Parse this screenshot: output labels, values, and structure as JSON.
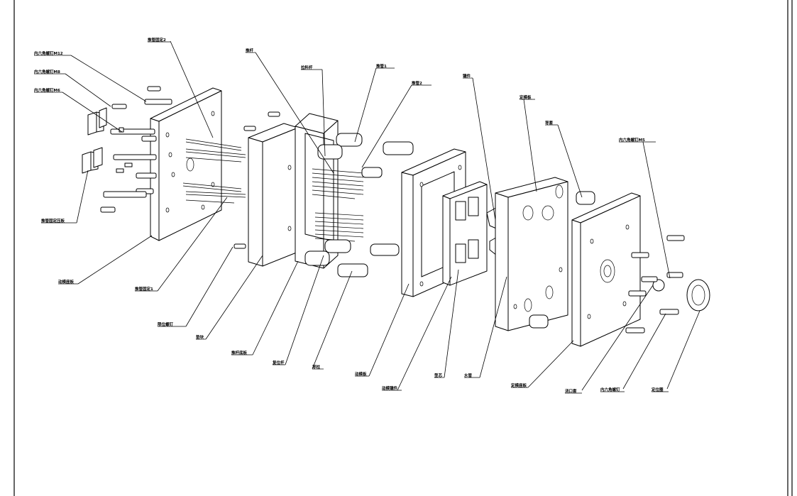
{
  "drawing": {
    "labels": {
      "ejector_fix_plate_2": "推管固定2",
      "socket_screw_m12": "内六角螺钉M12",
      "socket_screw_m8": "内六角螺钉M8",
      "socket_screw_m6": "内六角螺钉M6",
      "ejector_fix_pressplate": "推管固定压板",
      "moving_clamp_plate": "动模座板",
      "ejector_fix_1": "推管固定1",
      "locating_screw": "限位螺钉",
      "spacer_block": "垫块",
      "push_rod": "推杆",
      "sprue_puller": "拉料杆",
      "ejector_sleeve_1": "推管1",
      "ejector_sleeve_2": "推管2",
      "ejector_retainer_plate": "推杆底板",
      "return_pin": "复位杆",
      "guide_pillar": "导柱",
      "moving_plate": "动模板",
      "moving_insert": "动模镶件",
      "core": "型芯",
      "fixed_insert": "镶件",
      "fixed_plate": "定模板",
      "guide_bush": "导套",
      "water_pipe": "水管",
      "socket_screw_m5": "内六角螺钉M5",
      "fixed_clamp_plate": "定模座板",
      "sprue_bush": "浇口套",
      "socket_screw": "内六角螺钉",
      "locating_ring": "定位圈"
    }
  }
}
